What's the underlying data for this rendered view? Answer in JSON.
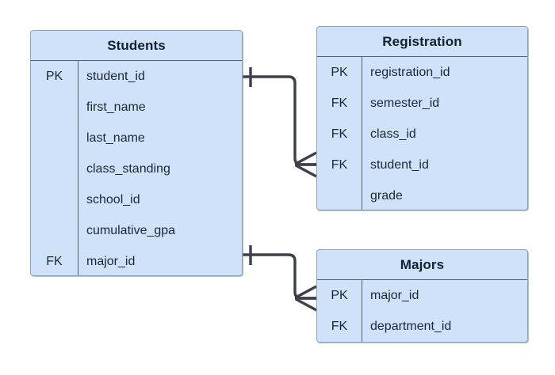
{
  "diagram": {
    "type": "entity-relationship-diagram",
    "notation": "crow's foot",
    "background_color": "#ffffff",
    "entity_fill_color": "#cfe2f9",
    "entity_border_color": "#8aa4c8",
    "entity_divider_color": "#50606f",
    "text_color": "#1c2833",
    "connector_color": "#3b4049"
  },
  "entities": [
    {
      "id": "students",
      "title": "Students",
      "attributes": [
        {
          "key": "PK",
          "name": "student_id"
        },
        {
          "key": "",
          "name": "first_name"
        },
        {
          "key": "",
          "name": "last_name"
        },
        {
          "key": "",
          "name": "class_standing"
        },
        {
          "key": "",
          "name": "school_id"
        },
        {
          "key": "",
          "name": "cumulative_gpa"
        },
        {
          "key": "FK",
          "name": "major_id"
        }
      ]
    },
    {
      "id": "registration",
      "title": "Registration",
      "attributes": [
        {
          "key": "PK",
          "name": "registration_id"
        },
        {
          "key": "FK",
          "name": "semester_id"
        },
        {
          "key": "FK",
          "name": "class_id"
        },
        {
          "key": "FK",
          "name": "student_id"
        },
        {
          "key": "",
          "name": "grade"
        }
      ]
    },
    {
      "id": "majors",
      "title": "Majors",
      "attributes": [
        {
          "key": "PK",
          "name": "major_id"
        },
        {
          "key": "FK",
          "name": "department_id"
        }
      ]
    }
  ],
  "relationships": [
    {
      "id": "students-registration",
      "from_entity": "Students",
      "from_attribute": "student_id",
      "from_cardinality": "one",
      "to_entity": "Registration",
      "to_attribute": "student_id",
      "to_cardinality": "many"
    },
    {
      "id": "students-majors",
      "from_entity": "Students",
      "from_attribute": "major_id",
      "from_cardinality": "one",
      "to_entity": "Majors",
      "to_attribute": "major_id",
      "to_cardinality": "many"
    }
  ]
}
